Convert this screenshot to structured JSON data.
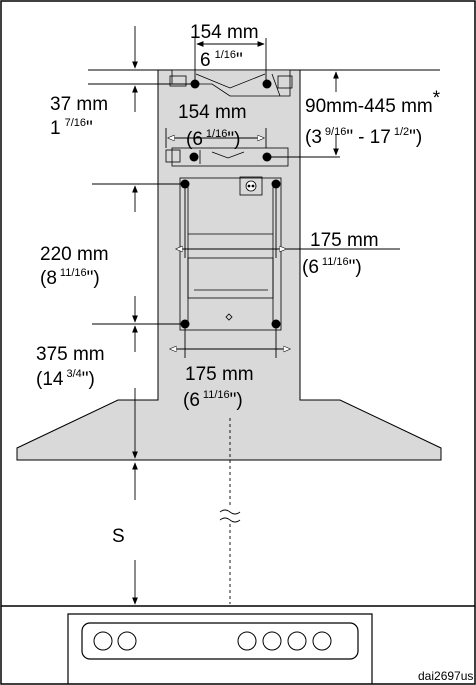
{
  "dimensions": {
    "top_spacing_mm": "154 mm",
    "top_spacing_in_whole": "6",
    "top_spacing_in_frac": "1/16",
    "vert_37_mm": "37 mm",
    "vert_37_in_whole": "1",
    "vert_37_in_frac": "7/16",
    "mid_spacing_mm": "154 mm",
    "mid_spacing_in_whole": "(6",
    "mid_spacing_in_frac": "1/16",
    "mid_spacing_in_close": ")",
    "range_mm": "90mm-445 mm",
    "range_mark": "*",
    "range_in_a_whole": "(3",
    "range_in_a_frac": "9/16",
    "range_in_sep": "- 17",
    "range_in_b_frac": "1/2",
    "range_in_close": ")",
    "height_220_mm": "220 mm",
    "height_220_in_whole": "(8",
    "height_220_in_frac": "11/16",
    "height_220_in_close": ")",
    "width_175_upper_mm": "175 mm",
    "width_175_upper_in_whole": "(6",
    "width_175_upper_in_frac": "11/16",
    "width_175_upper_in_close": ")",
    "height_375_mm": "375 mm",
    "height_375_in_whole": "(14",
    "height_375_in_frac": "3/4",
    "height_375_in_close": ")",
    "width_175_lower_mm": "175 mm",
    "width_175_lower_in_whole": "(6",
    "width_175_lower_in_frac": "11/16",
    "width_175_lower_in_close": ")",
    "gap_label": "S"
  },
  "image_code": "dai2697us",
  "colors": {
    "hood": "#d9d9d9",
    "line": "#000000",
    "background": "#ffffff"
  }
}
